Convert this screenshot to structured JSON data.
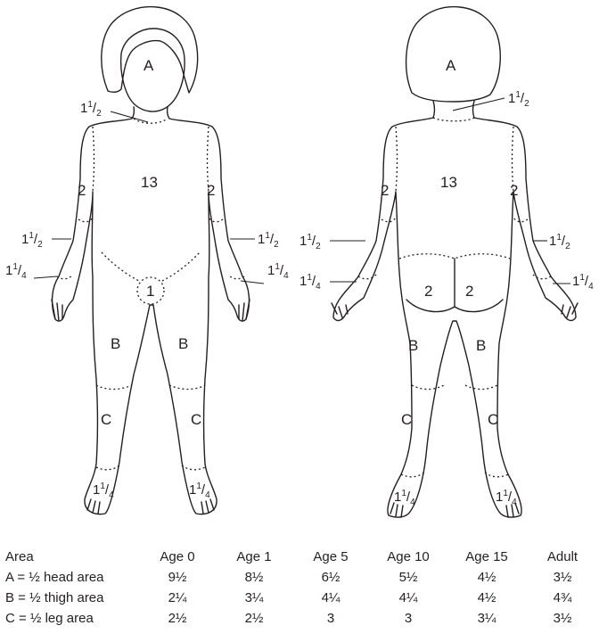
{
  "diagram": {
    "front": {
      "head": "A",
      "neck": {
        "whole": "1",
        "num": "1",
        "den": "2"
      },
      "trunk": "13",
      "upper_arm_left": "2",
      "upper_arm_right": "2",
      "forearm_left": {
        "whole": "1",
        "num": "1",
        "den": "2"
      },
      "forearm_right": {
        "whole": "1",
        "num": "1",
        "den": "2"
      },
      "hand_left": {
        "whole": "1",
        "num": "1",
        "den": "4"
      },
      "hand_right": {
        "whole": "1",
        "num": "1",
        "den": "4"
      },
      "genitals": "1",
      "thigh_left": "B",
      "thigh_right": "B",
      "leg_left": "C",
      "leg_right": "C",
      "foot_left": {
        "whole": "1",
        "num": "1",
        "den": "4"
      },
      "foot_right": {
        "whole": "1",
        "num": "1",
        "den": "4"
      }
    },
    "back": {
      "head": "A",
      "neck": {
        "whole": "1",
        "num": "1",
        "den": "2"
      },
      "trunk": "13",
      "upper_arm_left": "2",
      "upper_arm_right": "2",
      "forearm_left": {
        "whole": "1",
        "num": "1",
        "den": "2"
      },
      "forearm_right": {
        "whole": "1",
        "num": "1",
        "den": "2"
      },
      "hand_left": {
        "whole": "1",
        "num": "1",
        "den": "4"
      },
      "hand_right": {
        "whole": "1",
        "num": "1",
        "den": "4"
      },
      "buttock_left": "2",
      "buttock_right": "2",
      "thigh_left": "B",
      "thigh_right": "B",
      "leg_left": "C",
      "leg_right": "C",
      "foot_left": {
        "whole": "1",
        "num": "1",
        "den": "4"
      },
      "foot_right": {
        "whole": "1",
        "num": "1",
        "den": "4"
      }
    }
  },
  "table": {
    "headers": [
      "Area",
      "Age 0",
      "Age 1",
      "Age 5",
      "Age 10",
      "Age 15",
      "Adult"
    ],
    "rows": [
      [
        "A = ½ head area",
        "9½",
        "8½",
        "6½",
        "5½",
        "4½",
        "3½"
      ],
      [
        "B = ½ thigh area",
        "2¼",
        "3¼",
        "4¼",
        "4¼",
        "4½",
        "4¾"
      ],
      [
        "C = ½ leg area",
        "2½",
        "2½",
        "3",
        "3",
        "3¼",
        "3½"
      ]
    ]
  }
}
